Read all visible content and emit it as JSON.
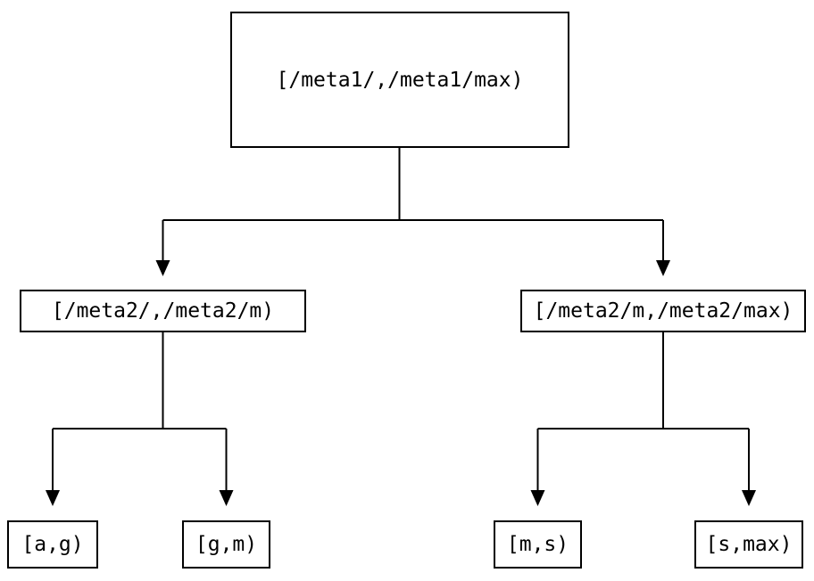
{
  "diagram": {
    "type": "tree",
    "colors": {
      "background": "#ffffff",
      "line": "#000000",
      "text": "#000000"
    },
    "nodes": {
      "root": {
        "label": "[/meta1/,/meta1/max)"
      },
      "meta2_low": {
        "label": "[/meta2/,/meta2/m)"
      },
      "meta2_high": {
        "label": "[/meta2/m,/meta2/max)"
      },
      "leaf_ag": {
        "label": "[a,g)"
      },
      "leaf_gm": {
        "label": "[g,m)"
      },
      "leaf_ms": {
        "label": "[m,s)"
      },
      "leaf_smax": {
        "label": "[s,max)"
      }
    },
    "edges": [
      {
        "from": "root",
        "to": "meta2_low"
      },
      {
        "from": "root",
        "to": "meta2_high"
      },
      {
        "from": "meta2_low",
        "to": "leaf_ag"
      },
      {
        "from": "meta2_low",
        "to": "leaf_gm"
      },
      {
        "from": "meta2_high",
        "to": "leaf_ms"
      },
      {
        "from": "meta2_high",
        "to": "leaf_smax"
      }
    ]
  }
}
